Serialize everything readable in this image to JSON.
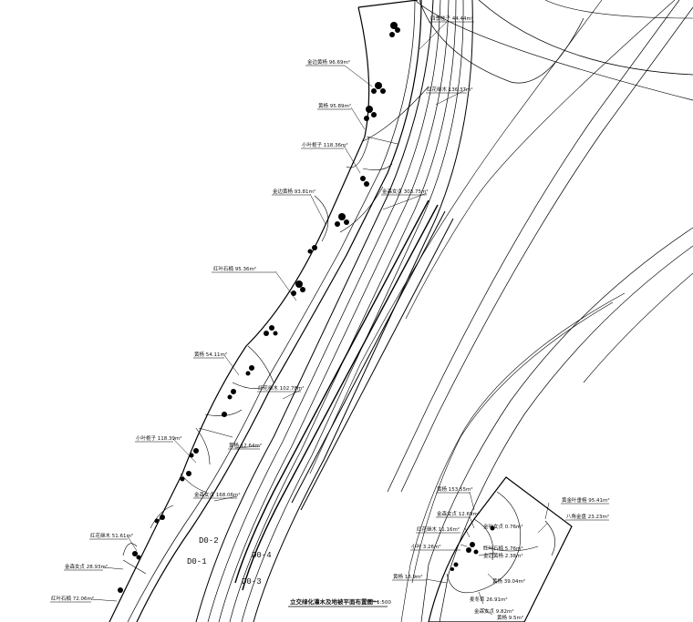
{
  "plants": {
    "p1": "四季桂子 44.44m²",
    "p2": "金边黄杨 96.69m²",
    "p3": "红花继木 136.37m²",
    "p4": "黄杨 95.89m²",
    "p5": "小叶栀子 118.36m²",
    "p6": "金边黄杨 93.81m²",
    "p7": "金森女贞 303.75m²",
    "p8": "红叶石楠 95.36m²",
    "p9": "黄杨 54.11m²",
    "p10": "红花继木 102.78m²",
    "p11": "小叶栀子 118.39m²",
    "p12": "黄杨 12.64m²",
    "p13": "金森女贞 168.06m²",
    "p14": "红花继木 51.61m²",
    "p15": "金森女贞 28.93m²",
    "p16": "红叶石楠 72.06m²",
    "r1": "黄杨 153.55m²",
    "r2": "金森女贞 12.69m²",
    "r3": "红花继木 11.16m²",
    "r4": "金叶女贞 0.76m²",
    "r5": "红叶石楠 5.76m²",
    "r6": "金边黄杨 2.38m²",
    "r7": "小叶 3.26m²",
    "r8": "黄杨 18.9m²",
    "r9": "黄杨 39.04m²",
    "r10": "麦冬草 26.91m²",
    "r11": "金森女贞 9.82m²",
    "r12": "黄杨 9.5m²",
    "r13": "黄金叶垂榕 95.41m²",
    "r14": "八角金盘 23.23m²"
  },
  "roads": {
    "d2": "D0-2",
    "d1": "D0-1",
    "d4": "D0-4",
    "d3": "D0-3"
  },
  "drawing_title": "立交绿化灌木及地被平面布置图一",
  "scale": "1:500"
}
